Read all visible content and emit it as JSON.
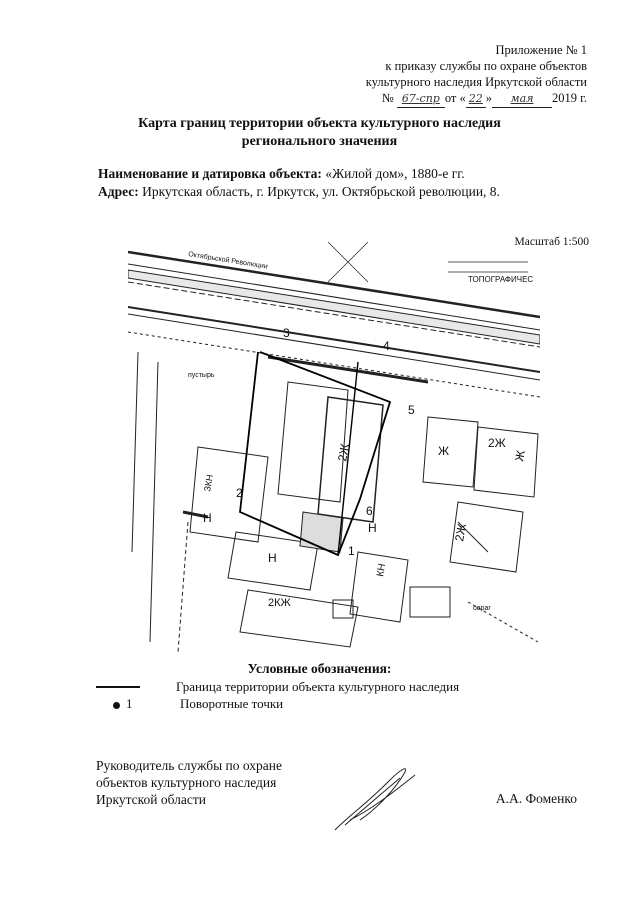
{
  "appendix": {
    "line1": "Приложение № 1",
    "line2": "к приказу службы по охране объектов",
    "line3": "культурного наследия Иркутской области",
    "num_prefix": "№",
    "num_value": "67-спр",
    "date_prefix": "от «",
    "date_day": "22",
    "date_mid": "»",
    "date_month": "мая",
    "date_year": "2019 г."
  },
  "title": {
    "line1": "Карта границ территории объекта культурного наследия",
    "line2": "регионального значения"
  },
  "object": {
    "name_label": "Наименование и датировка объекта:",
    "name_value": "«Жилой дом», 1880-е гг.",
    "address_label": "Адрес:",
    "address_value": "Иркутская область, г. Иркутск, ул. Октябрьской революции, 8."
  },
  "scale": "Масштаб 1:500",
  "map": {
    "street": "Октябрьской Революции",
    "points": [
      "1",
      "2",
      "3",
      "4",
      "5",
      "6"
    ],
    "labels": {
      "zh2_a": "2Ж",
      "zh2_b": "2Ж",
      "zh2_c": "2Ж",
      "zh_a": "Ж",
      "zh_b": "Ж",
      "n_a": "Н",
      "n_b": "Н",
      "n_c": "Н",
      "kn": "КН",
      "kzh2": "2КЖ",
      "zkn": "ЗКН",
      "topo": "ТОПОГРАФИЧЕС",
      "ovrag": "овраг",
      "pust": "пустырь"
    }
  },
  "legend": {
    "title": "Условные обозначения:",
    "item1": "Граница территории объекта культурного наследия",
    "item2_num": "1",
    "item2": "Поворотные точки"
  },
  "signature": {
    "line1": "Руководитель службы по охране",
    "line2": "объектов культурного наследия",
    "line3": "Иркутской области",
    "name": "А.А. Фоменко"
  }
}
